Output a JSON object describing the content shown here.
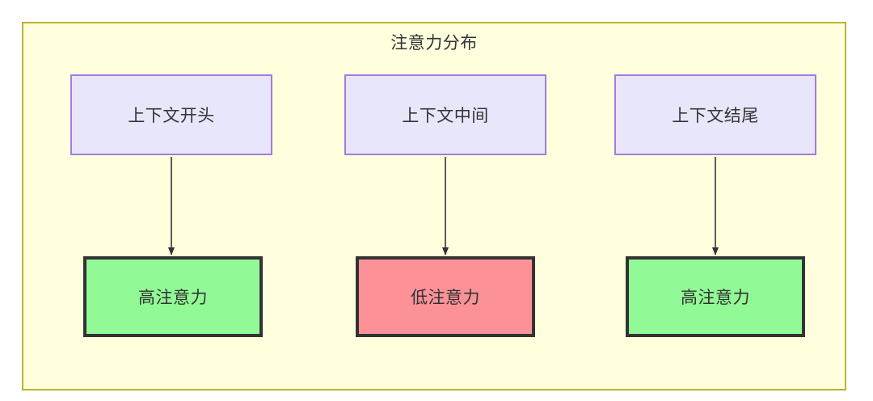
{
  "diagram": {
    "title": "注意力分布",
    "background_color": "#ffffde",
    "border_color": "#bdb330",
    "source_nodes": [
      {
        "label": "上下文开头",
        "fill": "#e8e6fb",
        "stroke": "#9f7de0"
      },
      {
        "label": "上下文中间",
        "fill": "#e8e6fb",
        "stroke": "#9f7de0"
      },
      {
        "label": "上下文结尾",
        "fill": "#e8e6fb",
        "stroke": "#9f7de0"
      }
    ],
    "result_nodes": [
      {
        "label": "高注意力",
        "fill": "#91f996",
        "stroke": "#333333"
      },
      {
        "label": "低注意力",
        "fill": "#fc9297",
        "stroke": "#333333"
      },
      {
        "label": "高注意力",
        "fill": "#91f996",
        "stroke": "#333333"
      }
    ],
    "edges": [
      {
        "from": "上下文开头",
        "to": "高注意力"
      },
      {
        "from": "上下文中间",
        "to": "低注意力"
      },
      {
        "from": "上下文结尾",
        "to": "高注意力"
      }
    ]
  }
}
